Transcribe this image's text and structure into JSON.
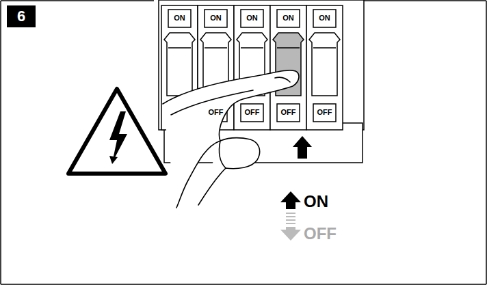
{
  "diagram": {
    "labels": [
      "6",
      "ON",
      "ON",
      "ON",
      "ON",
      "ON",
      "OFF",
      "OFF",
      "OFF",
      "OFF",
      "ON",
      "OFF"
    ]
  }
}
